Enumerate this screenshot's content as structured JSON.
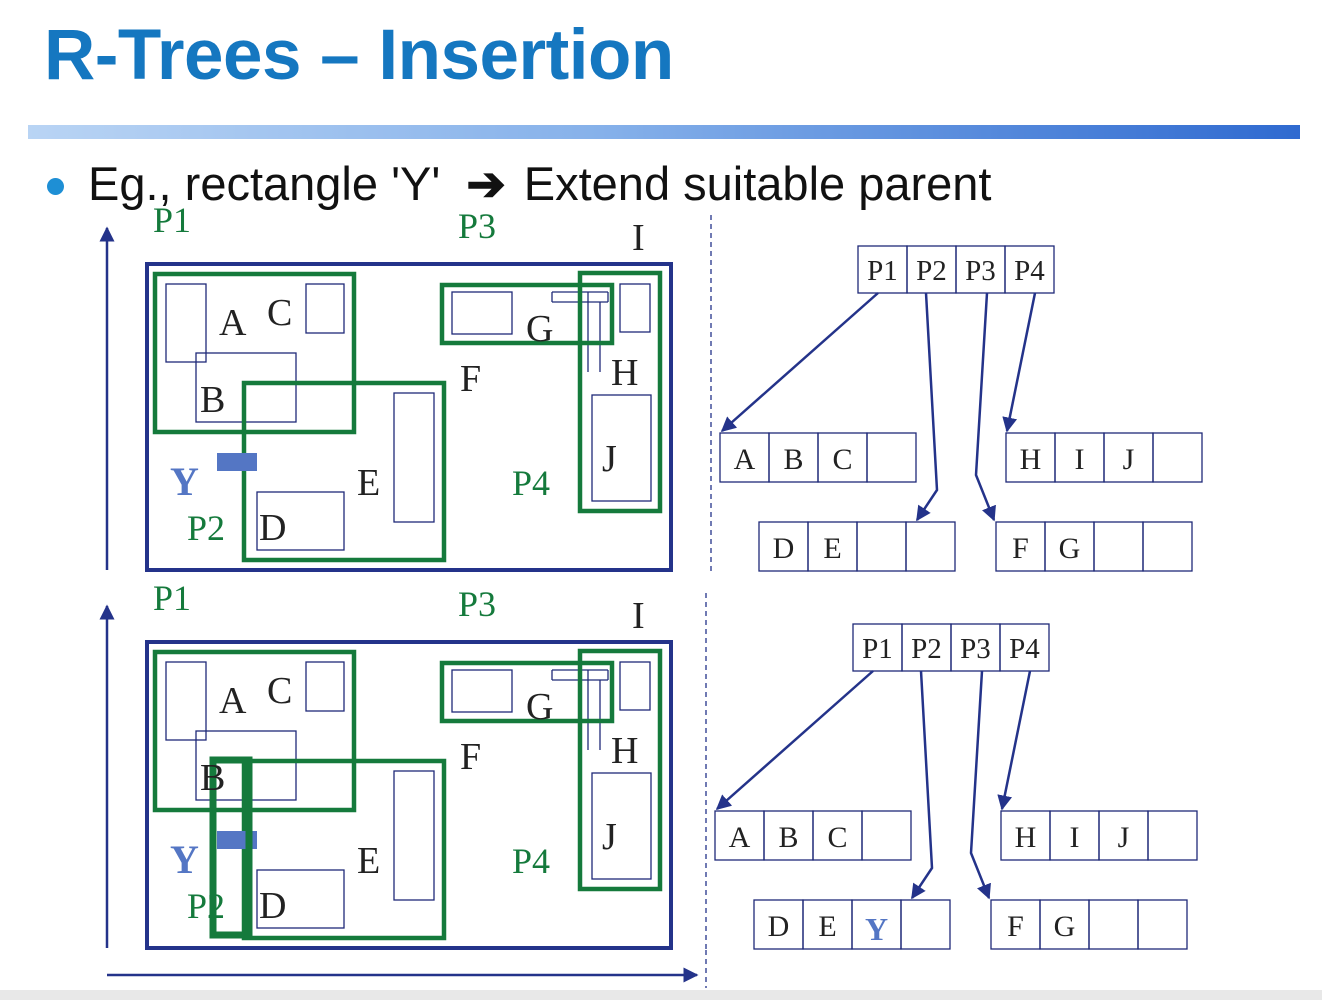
{
  "title": "R-Trees – Insertion",
  "bullet": {
    "prefix": "Eg., rectangle 'Y'",
    "arrow": "➔",
    "suffix": "Extend suitable parent"
  },
  "colors": {
    "title": "#1577c0",
    "outer": "#24338a",
    "parent": "#157a3c",
    "leaf": "#1f2a78",
    "y_fill": "#5476c4"
  },
  "panels": [
    {
      "labels": {
        "P1": "P1",
        "P2": "P2",
        "P3": "P3",
        "P4": "P4",
        "I": "I",
        "A": "A",
        "B": "B",
        "C": "C",
        "D": "D",
        "E": "E",
        "F": "F",
        "G": "G",
        "H": "H",
        "J": "J",
        "Y": "Y"
      },
      "tree": {
        "root": [
          "P1",
          "P2",
          "P3",
          "P4"
        ],
        "leaves": [
          [
            "A",
            "B",
            "C",
            ""
          ],
          [
            "D",
            "E",
            "",
            ""
          ],
          [
            "F",
            "G",
            "",
            ""
          ],
          [
            "H",
            "I",
            "J",
            ""
          ]
        ]
      }
    },
    {
      "labels": {
        "P1": "P1",
        "P2": "P2",
        "P3": "P3",
        "P4": "P4",
        "I": "I",
        "A": "A",
        "B": "B",
        "C": "C",
        "D": "D",
        "E": "E",
        "F": "F",
        "G": "G",
        "H": "H",
        "J": "J",
        "Y": "Y"
      },
      "tree": {
        "root": [
          "P1",
          "P2",
          "P3",
          "P4"
        ],
        "leaves": [
          [
            "A",
            "B",
            "C",
            ""
          ],
          [
            "D",
            "E",
            "Y",
            ""
          ],
          [
            "F",
            "G",
            "",
            ""
          ],
          [
            "H",
            "I",
            "J",
            ""
          ]
        ]
      }
    }
  ]
}
